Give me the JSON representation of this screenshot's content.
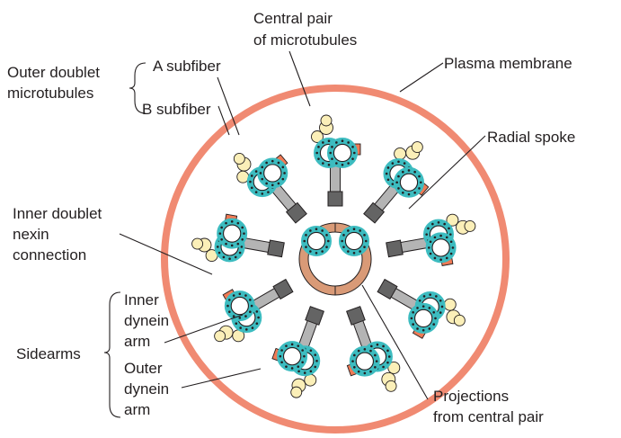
{
  "labels": {
    "central_pair_1": "Central pair",
    "central_pair_2": "of microtubules",
    "outer_doublet_1": "Outer doublet",
    "outer_doublet_2": "microtubules",
    "a_subfiber": "A subfiber",
    "b_subfiber": "B subfiber",
    "plasma_membrane": "Plasma membrane",
    "radial_spoke": "Radial spoke",
    "inner_doublet_1": "Inner doublet",
    "inner_doublet_2": "nexin",
    "inner_doublet_3": "connection",
    "inner_dynein_1": "Inner",
    "inner_dynein_2": "dynein",
    "inner_dynein_3": "arm",
    "sidearms": "Sidearms",
    "outer_dynein_1": "Outer",
    "outer_dynein_2": "dynein",
    "outer_dynein_3": "arm",
    "projections_1": "Projections",
    "projections_2": "from central pair"
  },
  "colors": {
    "membrane": "#f08a72",
    "microtubule": "#3dbcc0",
    "central_sheath": "#d99a77",
    "spoke": "#b4b4b4",
    "spoke_head": "#646464",
    "nexin": "#f07a55",
    "dynein": "#fbefb8",
    "line": "#231f20"
  },
  "doublet_count": 9
}
